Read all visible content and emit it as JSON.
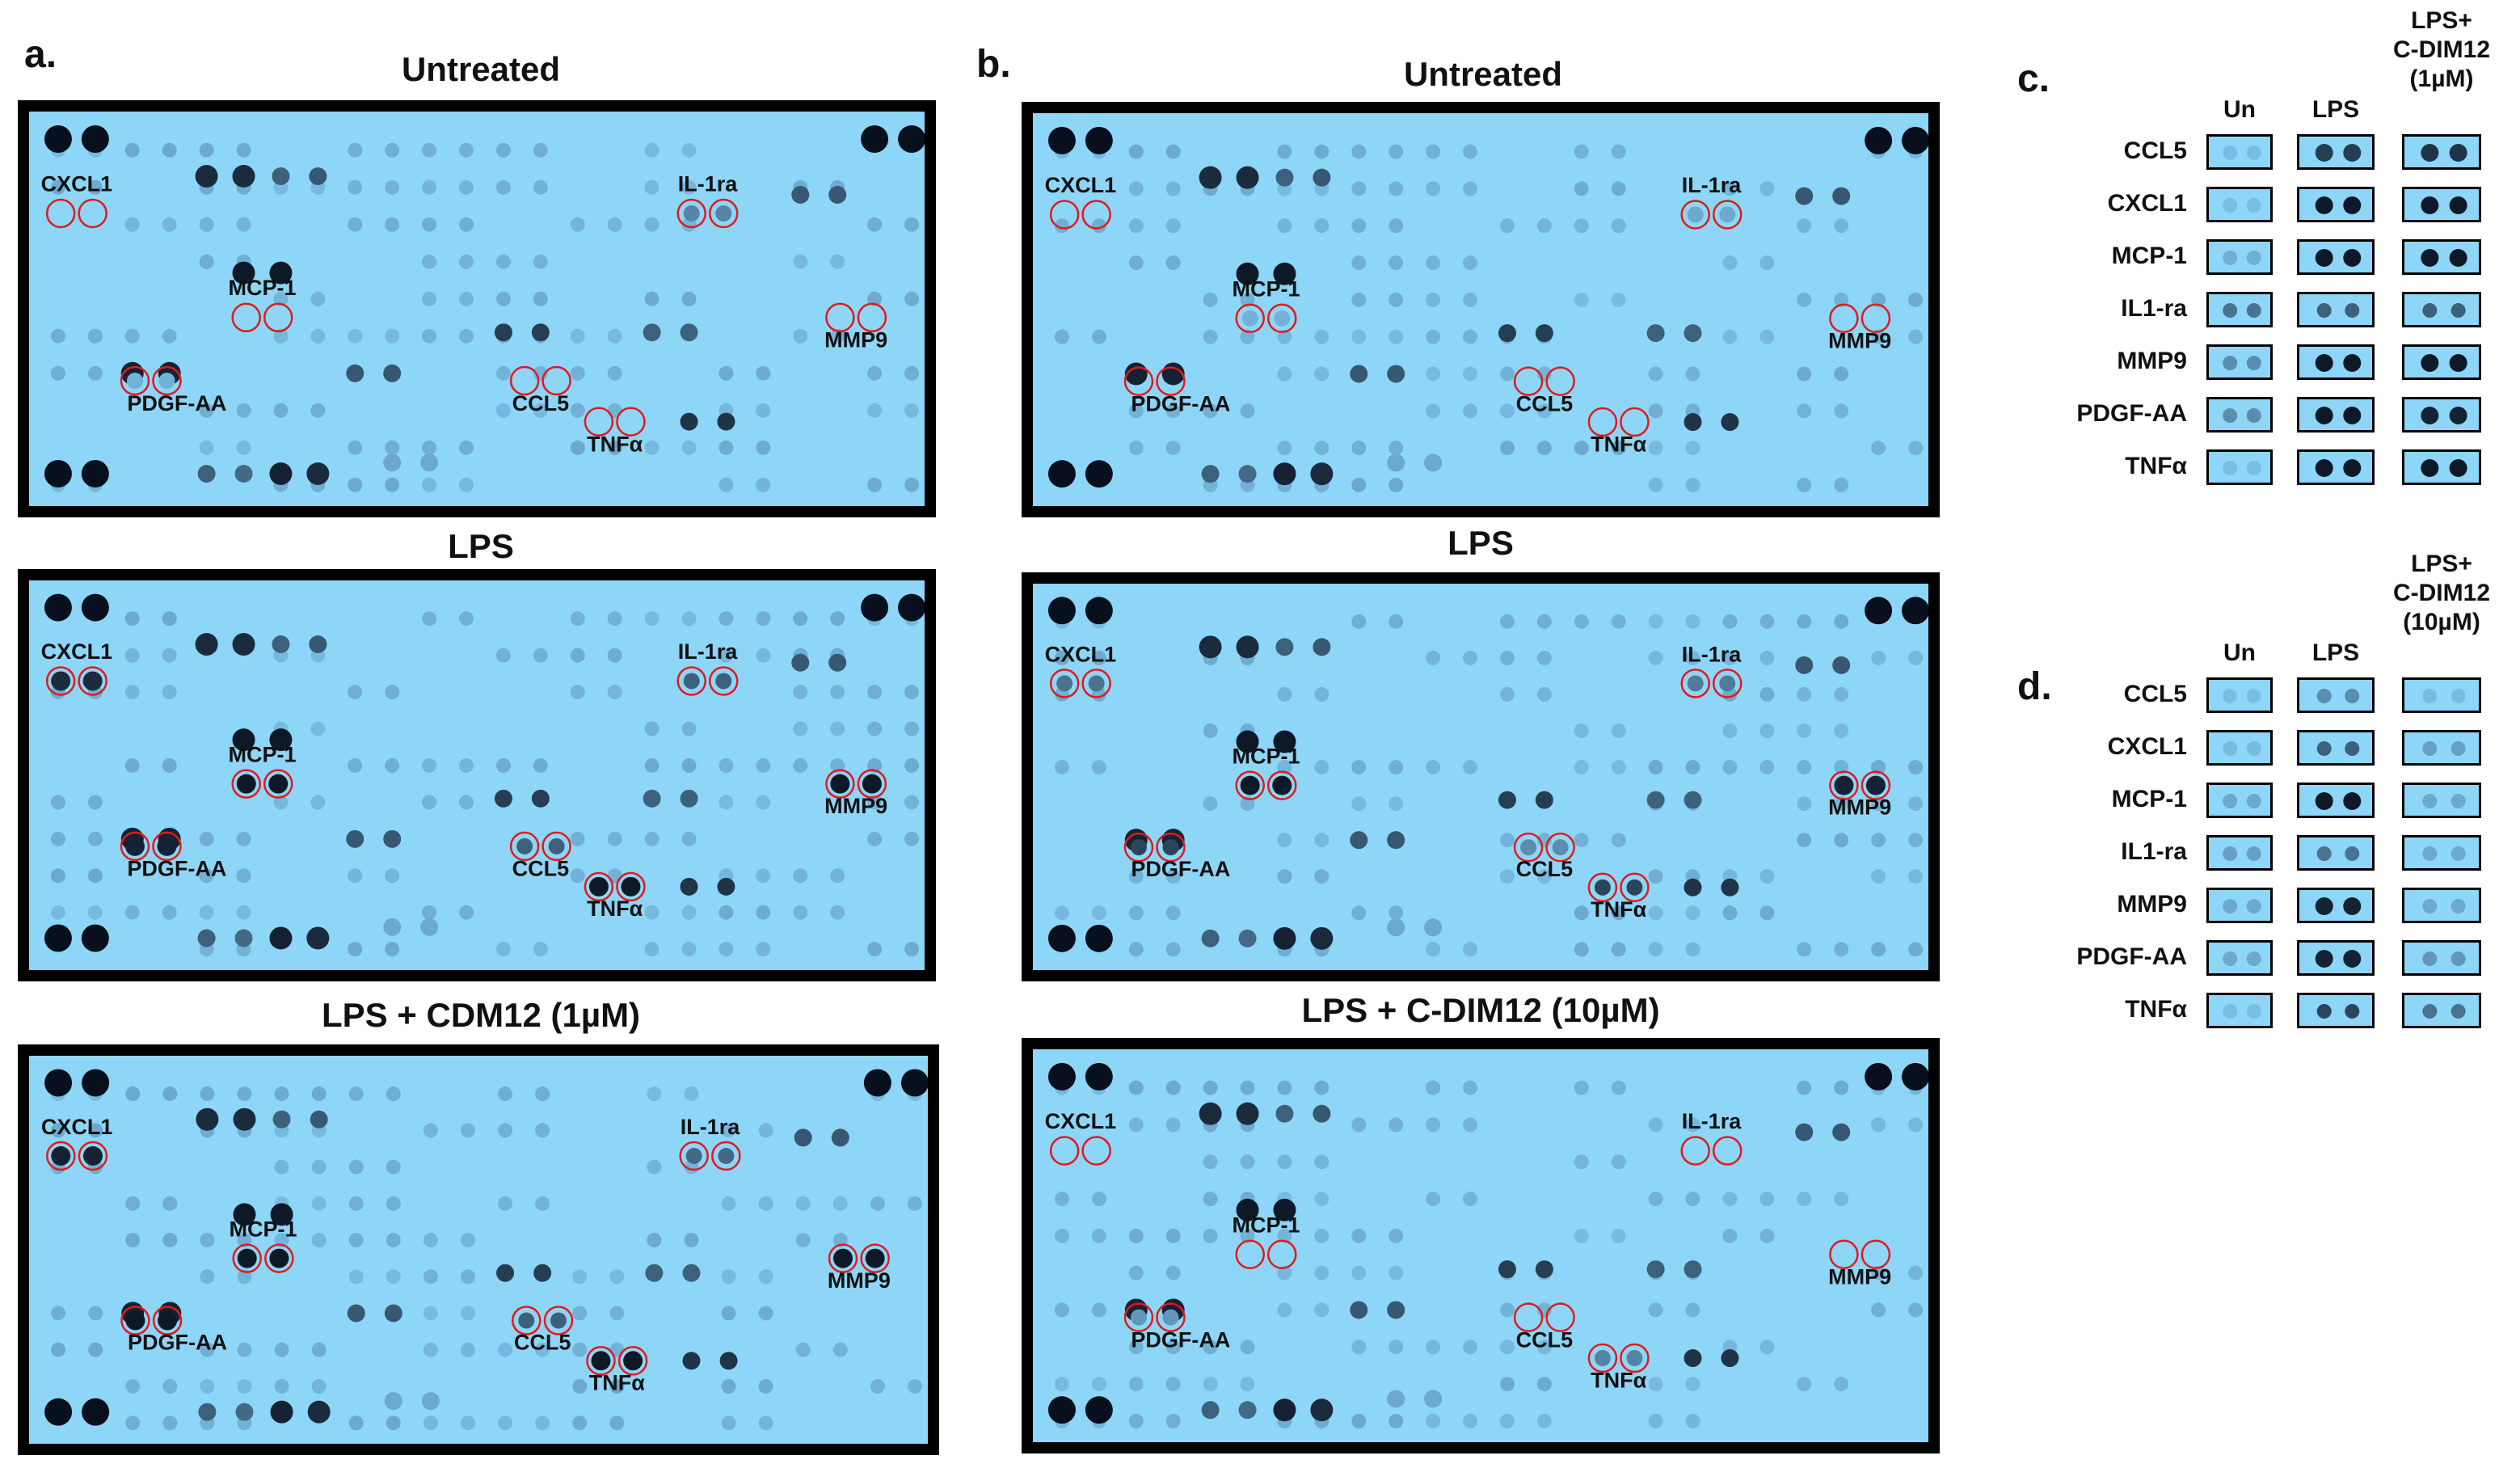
{
  "panels": {
    "a": {
      "letter": "a.",
      "blots": [
        {
          "title": "Untreated",
          "labels": {
            "CXCL1": "CXCL1",
            "IL-1ra": "IL-1ra",
            "MCP-1": "MCP-1",
            "MMP9": "MMP9",
            "PDGF-AA": "PDGF-AA",
            "CCL5": "CCL5",
            "TNFa": "TNFα"
          }
        },
        {
          "title": "LPS",
          "labels": {
            "CXCL1": "CXCL1",
            "IL-1ra": "IL-1ra",
            "MCP-1": "MCP-1",
            "MMP9": "MMP9",
            "PDGF-AA": "PDGF-AA",
            "CCL5": "CCL5",
            "TNFa": "TNFα"
          }
        },
        {
          "title": "LPS + CDM12 (1µM)",
          "labels": {
            "CXCL1": "CXCL1",
            "IL-1ra": "IL-1ra",
            "MCP-1": "MCP-1",
            "MMP9": "MMP9",
            "PDGF-AA": "PDGF-AA",
            "CCL5": "CCL5",
            "TNFa": "TNFα"
          }
        }
      ]
    },
    "b": {
      "letter": "b.",
      "blots": [
        {
          "title": "Untreated",
          "labels": {
            "CXCL1": "CXCL1",
            "IL-1ra": "IL-1ra",
            "MCP-1": "MCP-1",
            "MMP9": "MMP9",
            "PDGF-AA": "PDGF-AA",
            "CCL5": "CCL5",
            "TNFa": "TNFα"
          }
        },
        {
          "title": "LPS",
          "labels": {
            "CXCL1": "CXCL1",
            "IL-1ra": "IL-1ra",
            "MCP-1": "MCP-1",
            "MMP9": "MMP9",
            "PDGF-AA": "PDGF-AA",
            "CCL5": "CCL5",
            "TNFa": "TNFα"
          }
        },
        {
          "title": "LPS + C-DIM12 (10µM)",
          "labels": {
            "CXCL1": "CXCL1",
            "IL-1ra": "IL-1ra",
            "MCP-1": "MCP-1",
            "MMP9": "MMP9",
            "PDGF-AA": "PDGF-AA",
            "CCL5": "CCL5",
            "TNFa": "TNFα"
          }
        }
      ]
    },
    "c": {
      "letter": "c.",
      "columns": [
        "Un",
        "LPS",
        "LPS+\nC-DIM12\n(1µM)"
      ],
      "rows": [
        {
          "label": "CCL5",
          "levels": [
            0.0,
            0.75,
            0.8
          ]
        },
        {
          "label": "CXCL1",
          "levels": [
            0.0,
            0.95,
            0.95
          ]
        },
        {
          "label": "MCP-1",
          "levels": [
            0.12,
            0.95,
            0.95
          ]
        },
        {
          "label": "IL1-ra",
          "levels": [
            0.45,
            0.55,
            0.55
          ]
        },
        {
          "label": "MMP9",
          "levels": [
            0.3,
            0.95,
            0.95
          ]
        },
        {
          "label": "PDGF-AA",
          "levels": [
            0.3,
            0.95,
            0.9
          ]
        },
        {
          "label": "TNFα",
          "levels": [
            0.0,
            0.95,
            0.95
          ]
        }
      ]
    },
    "d": {
      "letter": "d.",
      "columns": [
        "Un",
        "LPS",
        "LPS+\nC-DIM12\n(10µM)"
      ],
      "rows": [
        {
          "label": "CCL5",
          "levels": [
            0.0,
            0.3,
            0.05
          ]
        },
        {
          "label": "CXCL1",
          "levels": [
            0.05,
            0.55,
            0.2
          ]
        },
        {
          "label": "MCP-1",
          "levels": [
            0.15,
            0.95,
            0.15
          ]
        },
        {
          "label": "IL1-ra",
          "levels": [
            0.2,
            0.45,
            0.15
          ]
        },
        {
          "label": "MMP9",
          "levels": [
            0.15,
            0.9,
            0.15
          ]
        },
        {
          "label": "PDGF-AA",
          "levels": [
            0.15,
            0.9,
            0.25
          ]
        },
        {
          "label": "TNFα",
          "levels": [
            0.0,
            0.7,
            0.45
          ]
        }
      ]
    }
  }
}
